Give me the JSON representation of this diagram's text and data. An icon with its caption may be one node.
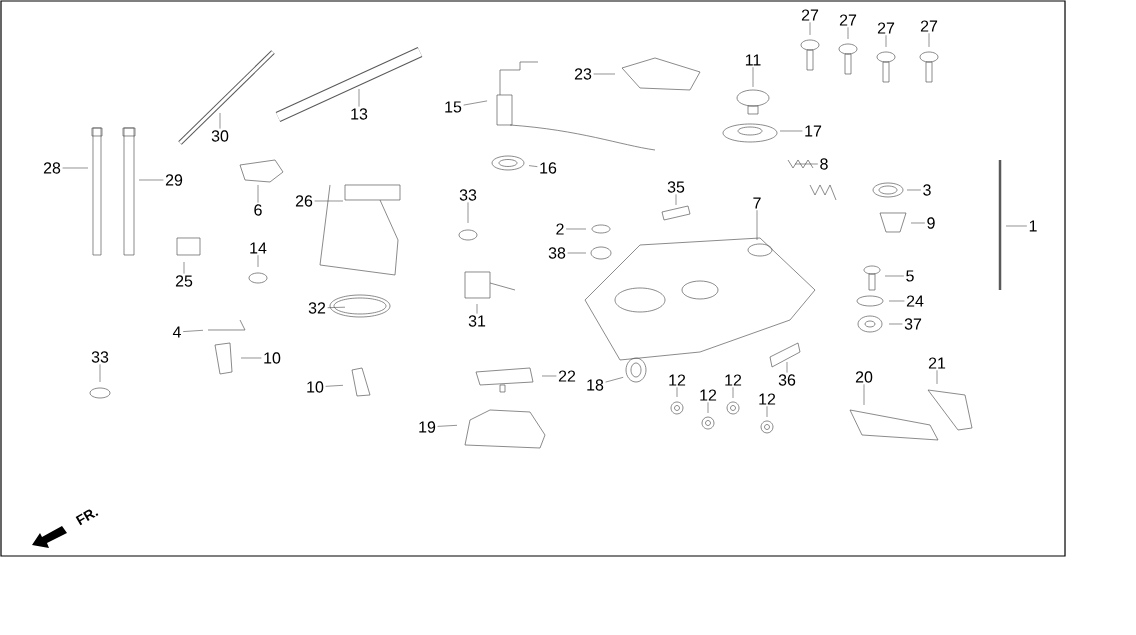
{
  "diagram": {
    "nodes": [
      {
        "text": [
          "27"
        ]
      },
      {
        "text": [
          "27"
        ]
      },
      {
        "text": [
          "27"
        ]
      },
      {
        "text": [
          "27"
        ]
      },
      {
        "text": [
          "11"
        ]
      },
      {
        "text": [
          "23"
        ]
      },
      {
        "text": [
          "15"
        ]
      },
      {
        "text": [
          "13"
        ]
      },
      {
        "text": [
          "17"
        ]
      },
      {
        "text": [
          "30"
        ]
      },
      {
        "text": [
          "8"
        ]
      },
      {
        "text": [
          "16"
        ]
      },
      {
        "text": [
          "28"
        ]
      },
      {
        "text": [
          "29"
        ]
      },
      {
        "text": [
          "3"
        ]
      },
      {
        "text": [
          "35"
        ]
      },
      {
        "text": [
          "33"
        ]
      },
      {
        "text": [
          "26"
        ]
      },
      {
        "text": [
          "7"
        ]
      },
      {
        "text": [
          "6"
        ]
      },
      {
        "text": [
          "9"
        ]
      },
      {
        "text": [
          "1"
        ]
      },
      {
        "text": [
          "2"
        ]
      },
      {
        "text": [
          "14"
        ]
      },
      {
        "text": [
          "38"
        ]
      },
      {
        "text": [
          "5"
        ]
      },
      {
        "text": [
          "25"
        ]
      },
      {
        "text": [
          "24"
        ]
      },
      {
        "text": [
          "32"
        ]
      },
      {
        "text": [
          "31"
        ]
      },
      {
        "text": [
          "37"
        ]
      },
      {
        "text": [
          "4"
        ]
      },
      {
        "text": [
          "10"
        ]
      },
      {
        "text": [
          "33"
        ]
      },
      {
        "text": [
          "21"
        ]
      },
      {
        "text": [
          "22"
        ]
      },
      {
        "text": [
          "12"
        ]
      },
      {
        "text": [
          "20"
        ]
      },
      {
        "text": [
          "12"
        ]
      },
      {
        "text": [
          "36"
        ]
      },
      {
        "text": [
          "18"
        ]
      },
      {
        "text": [
          "10"
        ]
      },
      {
        "text": [
          "12"
        ]
      },
      {
        "text": [
          "12"
        ]
      },
      {
        "text": [
          "19"
        ]
      }
    ],
    "edges": [
      {
        "from": 0,
        "to": null,
        "arrow": "none"
      },
      {
        "from": 1,
        "to": null,
        "arrow": "none"
      },
      {
        "from": 2,
        "to": null,
        "arrow": "none"
      },
      {
        "from": 3,
        "to": null,
        "arrow": "none"
      },
      {
        "from": 4,
        "to": null,
        "arrow": "none"
      },
      {
        "from": 5,
        "to": null,
        "arrow": "none"
      },
      {
        "from": 6,
        "to": null,
        "arrow": "none"
      },
      {
        "from": 7,
        "to": null,
        "arrow": "none"
      },
      {
        "from": 8,
        "to": null,
        "arrow": "none"
      },
      {
        "from": 9,
        "to": null,
        "arrow": "none"
      },
      {
        "from": 10,
        "to": null,
        "arrow": "none"
      },
      {
        "from": 11,
        "to": null,
        "arrow": "none"
      },
      {
        "from": 12,
        "to": null,
        "arrow": "none"
      },
      {
        "from": 13,
        "to": null,
        "arrow": "none"
      },
      {
        "from": 14,
        "to": null,
        "arrow": "none"
      },
      {
        "from": 15,
        "to": null,
        "arrow": "none"
      },
      {
        "from": 16,
        "to": null,
        "arrow": "none"
      },
      {
        "from": 17,
        "to": null,
        "arrow": "none"
      },
      {
        "from": 18,
        "to": null,
        "arrow": "none"
      },
      {
        "from": 19,
        "to": null,
        "arrow": "none"
      },
      {
        "from": 20,
        "to": null,
        "arrow": "none"
      },
      {
        "from": 21,
        "to": null,
        "arrow": "none"
      },
      {
        "from": 22,
        "to": null,
        "arrow": "none"
      },
      {
        "from": 23,
        "to": null,
        "arrow": "none"
      },
      {
        "from": 24,
        "to": null,
        "arrow": "none"
      },
      {
        "from": 25,
        "to": null,
        "arrow": "none"
      },
      {
        "from": 26,
        "to": null,
        "arrow": "none"
      },
      {
        "from": 27,
        "to": null,
        "arrow": "none"
      },
      {
        "from": 28,
        "to": null,
        "arrow": "none"
      },
      {
        "from": 29,
        "to": null,
        "arrow": "none"
      },
      {
        "from": 30,
        "to": null,
        "arrow": "none"
      },
      {
        "from": 31,
        "to": null,
        "arrow": "none"
      },
      {
        "from": 32,
        "to": null,
        "arrow": "none"
      },
      {
        "from": 33,
        "to": null,
        "arrow": "none"
      },
      {
        "from": 34,
        "to": null,
        "arrow": "none"
      },
      {
        "from": 35,
        "to": null,
        "arrow": "none"
      },
      {
        "from": 36,
        "to": null,
        "arrow": "none"
      },
      {
        "from": 37,
        "to": null,
        "arrow": "none"
      },
      {
        "from": 38,
        "to": null,
        "arrow": "none"
      },
      {
        "from": 39,
        "to": null,
        "arrow": "none"
      },
      {
        "from": 40,
        "to": null,
        "arrow": "none"
      },
      {
        "from": 41,
        "to": null,
        "arrow": "none"
      },
      {
        "from": 42,
        "to": null,
        "arrow": "none"
      },
      {
        "from": 43,
        "to": null,
        "arrow": "none"
      },
      {
        "from": 44,
        "to": null,
        "arrow": "none"
      }
    ],
    "labels": [
      "FR."
    ]
  }
}
